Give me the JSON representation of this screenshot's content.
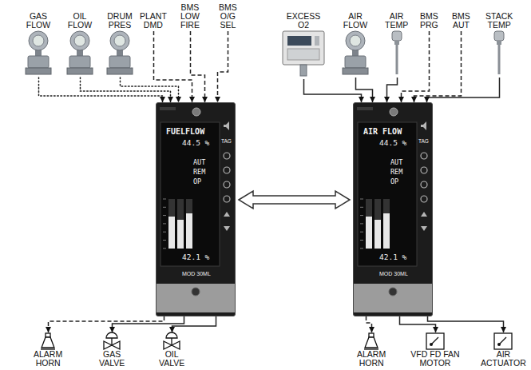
{
  "diagram": {
    "nodes": [
      {
        "text": [
          "GAS FLOW"
        ]
      },
      {
        "text": [
          "OIL FLOW"
        ]
      },
      {
        "text": [
          "DRUM PRES"
        ]
      },
      {
        "text": [
          "PLANT DMD"
        ]
      },
      {
        "text": [
          "BMS LOW FIRE"
        ]
      },
      {
        "text": [
          "BMS O/G SEL"
        ]
      },
      {
        "text": [
          "EXCESS O2"
        ]
      },
      {
        "text": [
          "AIR FLOW"
        ]
      },
      {
        "text": [
          "AIR TEMP"
        ]
      },
      {
        "text": [
          "BMS PRG"
        ]
      },
      {
        "text": [
          "BMS AUT"
        ]
      },
      {
        "text": [
          "STACK TEMP"
        ]
      },
      {
        "text": [
          "FUELFLOW",
          "44.5 %",
          "TAG",
          "AUT",
          "REM",
          "OP",
          "42.1 %",
          "MOD 30ML"
        ]
      },
      {
        "text": [
          "AIR FLOW",
          "44.5 %",
          "TAG",
          "AUT",
          "REM",
          "OP",
          "42.1 %",
          "MOD 30ML"
        ]
      },
      {
        "text": [
          "ALARM HORN"
        ]
      },
      {
        "text": [
          "GAS VALVE"
        ]
      },
      {
        "text": [
          "OIL VALVE"
        ]
      },
      {
        "text": [
          "ALARM HORN"
        ]
      },
      {
        "text": [
          "VFD FD FAN MOTOR"
        ]
      },
      {
        "text": [
          "AIR ACTUATOR"
        ]
      }
    ],
    "edges": [
      {
        "from": 0,
        "to": 12,
        "arrow": "to"
      },
      {
        "from": 1,
        "to": 12,
        "arrow": "to"
      },
      {
        "from": 2,
        "to": 12,
        "arrow": "to"
      },
      {
        "from": 3,
        "to": 12,
        "arrow": "to"
      },
      {
        "from": 4,
        "to": 12,
        "arrow": "to"
      },
      {
        "from": 5,
        "to": 12,
        "arrow": "to"
      },
      {
        "from": 6,
        "to": 13,
        "arrow": "to"
      },
      {
        "from": 7,
        "to": 13,
        "arrow": "to"
      },
      {
        "from": 8,
        "to": 13,
        "arrow": "to"
      },
      {
        "from": 9,
        "to": 13,
        "arrow": "to"
      },
      {
        "from": 10,
        "to": 13,
        "arrow": "to"
      },
      {
        "from": 11,
        "to": 13,
        "arrow": "to"
      },
      {
        "from": 12,
        "to": 13,
        "arrow": "both"
      },
      {
        "from": 12,
        "to": 14,
        "arrow": "to"
      },
      {
        "from": 12,
        "to": 15,
        "arrow": "to"
      },
      {
        "from": 12,
        "to": 16,
        "arrow": "to"
      },
      {
        "from": 13,
        "to": 17,
        "arrow": "to"
      },
      {
        "from": 13,
        "to": 18,
        "arrow": "to"
      },
      {
        "from": 13,
        "to": 19,
        "arrow": "to"
      }
    ]
  }
}
